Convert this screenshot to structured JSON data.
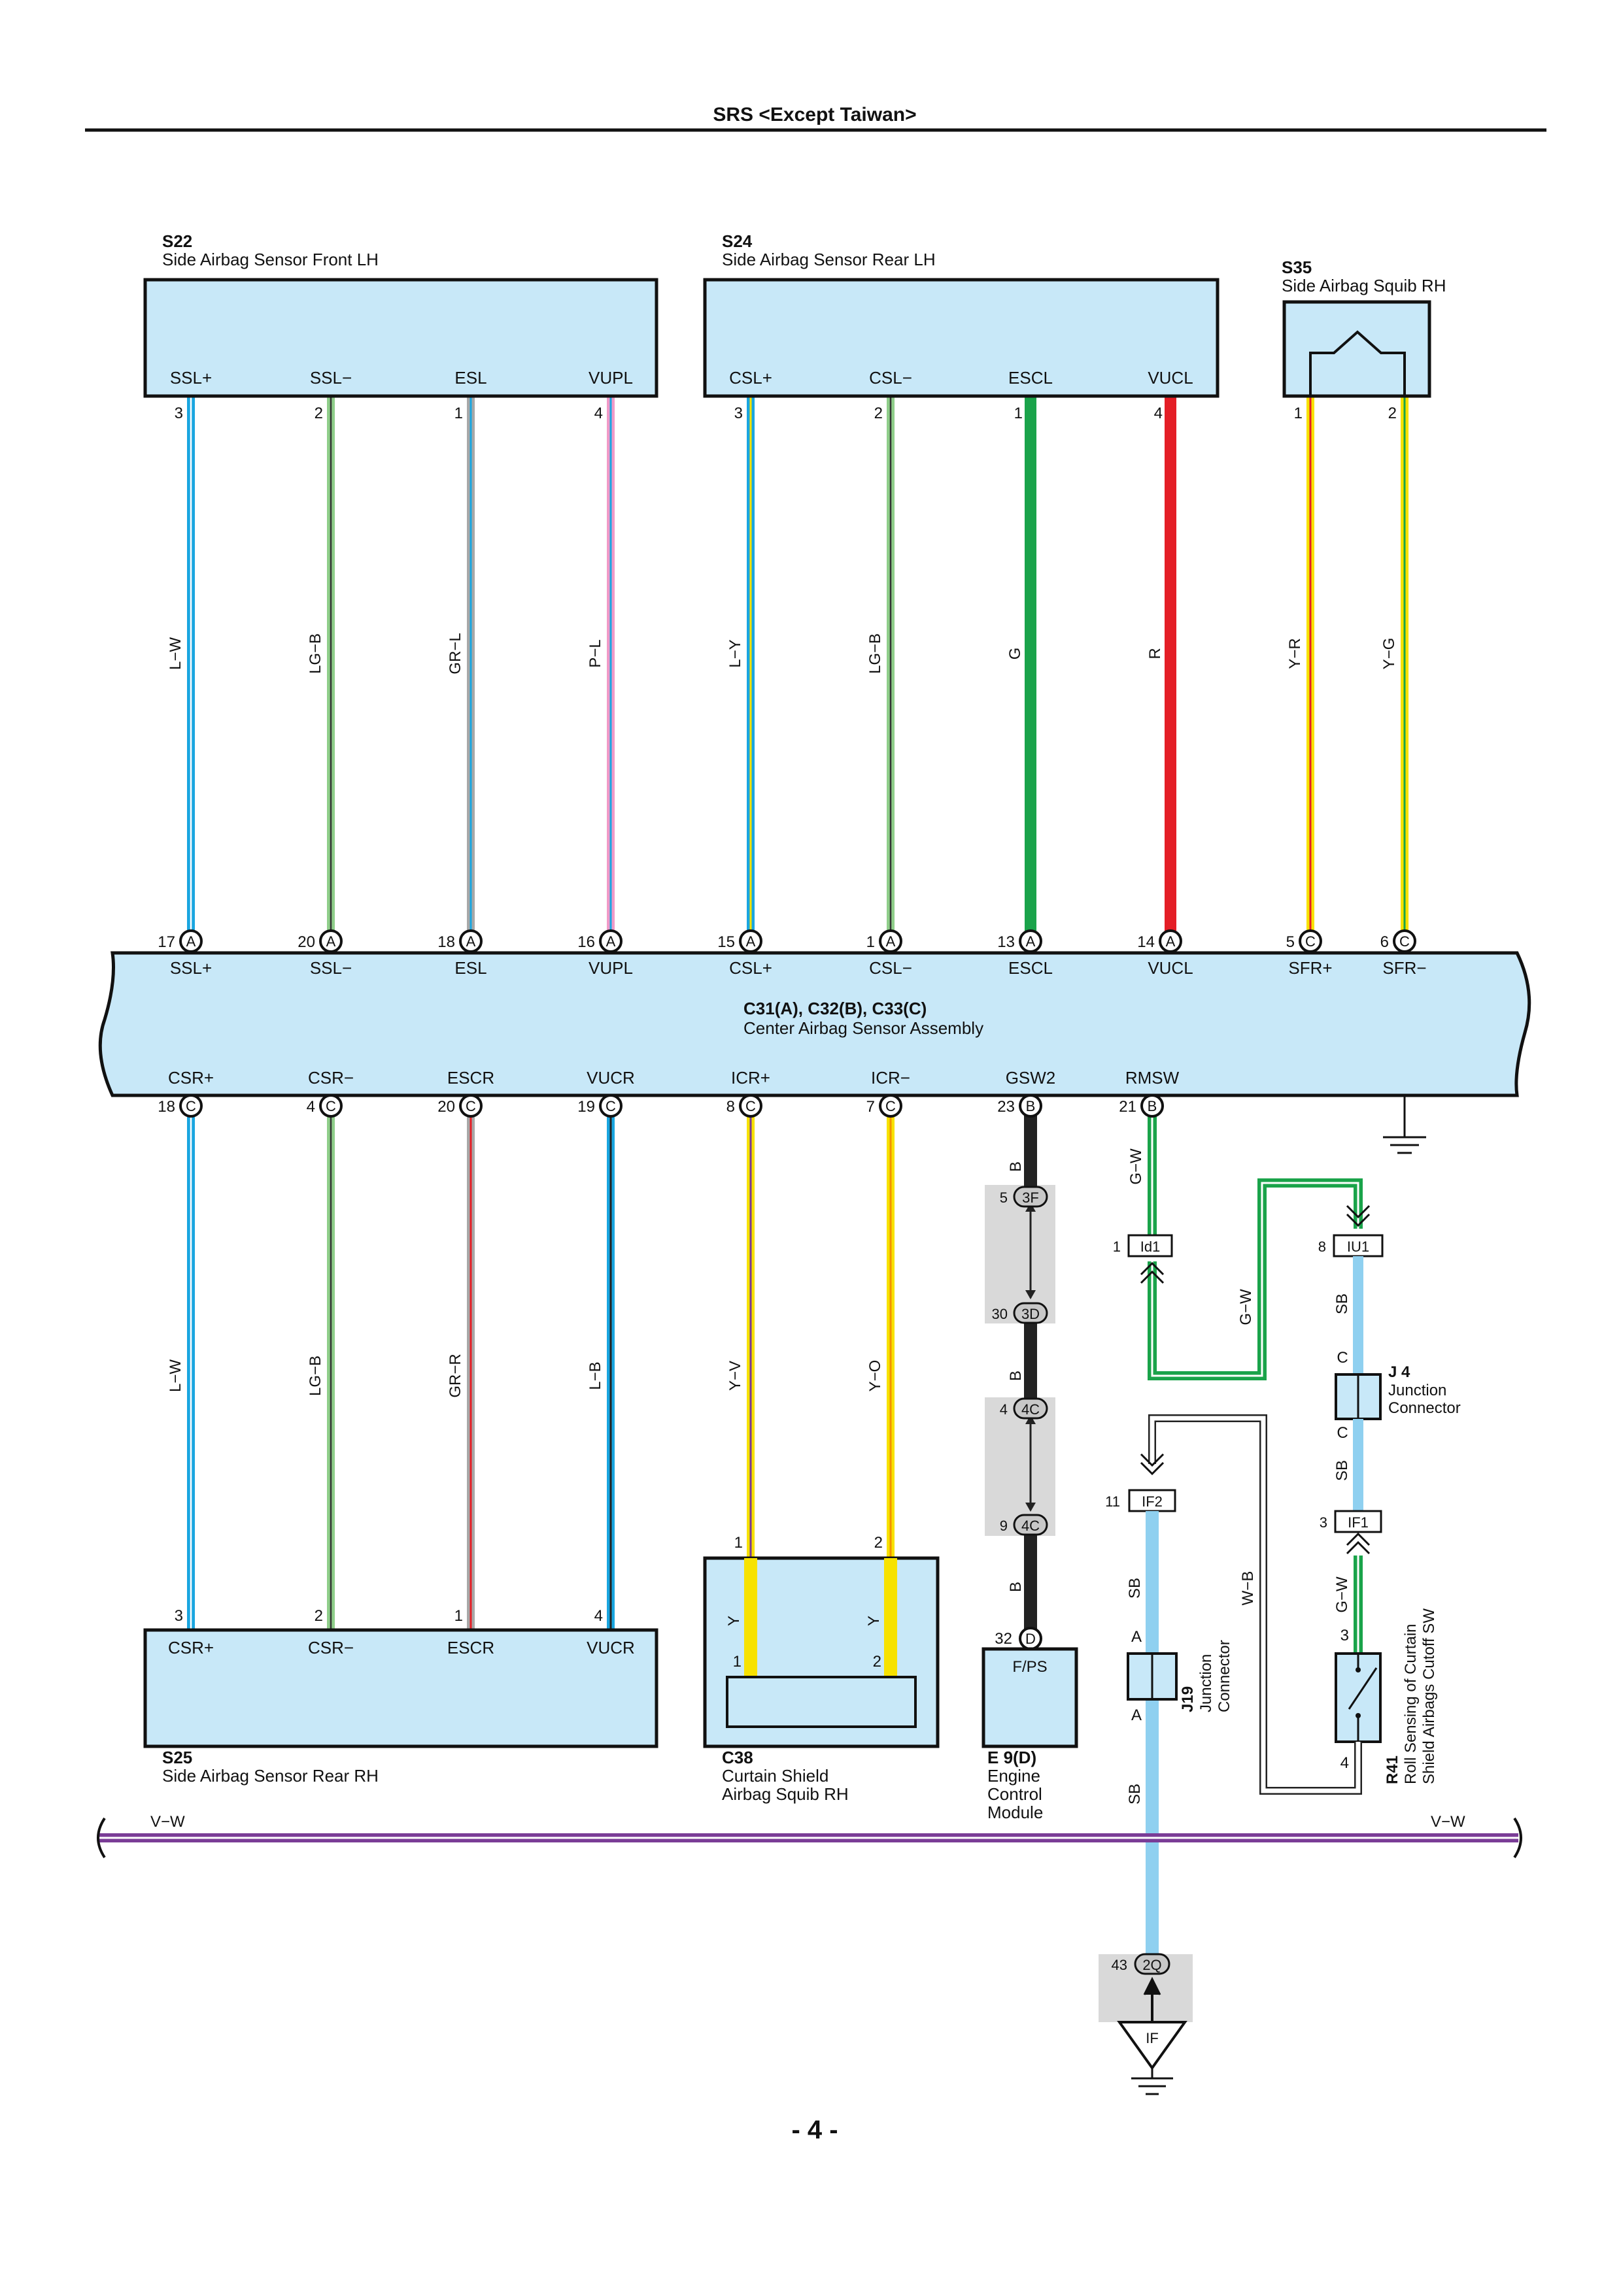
{
  "header": {
    "title": "SRS <Except Taiwan>"
  },
  "footer": {
    "page": "- 4 -"
  },
  "colors": {
    "box_fill": "#c8e8f8",
    "stroke": "#111111",
    "wire_light_blue": "#1aa6e0",
    "wire_green": "#1aa34a",
    "wire_red": "#e41e26",
    "wire_yellow": "#f7e200",
    "wire_pink": "#f09ac8",
    "wire_gray": "#a8a8a8",
    "wire_black": "#222222",
    "wire_sky": "#8fd0f0",
    "wire_purple": "#7a3c96",
    "shade": "#d9d9d9"
  },
  "components": {
    "s22": {
      "id": "S22",
      "name": "Side Airbag Sensor Front LH",
      "pins": [
        "SSL+",
        "SSL−",
        "ESL",
        "VUPL"
      ],
      "pin_nums": [
        "3",
        "2",
        "1",
        "4"
      ]
    },
    "s24": {
      "id": "S24",
      "name": "Side Airbag Sensor Rear LH",
      "pins": [
        "CSL+",
        "CSL−",
        "ESCL",
        "VUCL"
      ],
      "pin_nums": [
        "3",
        "2",
        "1",
        "4"
      ]
    },
    "s35": {
      "id": "S35",
      "name": "Side Airbag Squib RH",
      "pin_nums": [
        "1",
        "2"
      ]
    },
    "center": {
      "id": "C31(A), C32(B), C33(C)",
      "name": "Center Airbag Sensor Assembly",
      "top_pins": [
        "SSL+",
        "SSL−",
        "ESL",
        "VUPL",
        "CSL+",
        "CSL−",
        "ESCL",
        "VUCL",
        "SFR+",
        "SFR−"
      ],
      "top_nums": [
        "17",
        "20",
        "18",
        "16",
        "15",
        "1",
        "13",
        "14",
        "5",
        "6"
      ],
      "top_letters": [
        "A",
        "A",
        "A",
        "A",
        "A",
        "A",
        "A",
        "A",
        "C",
        "C"
      ],
      "bottom_pins": [
        "CSR+",
        "CSR−",
        "ESCR",
        "VUCR",
        "ICR+",
        "ICR−",
        "GSW2",
        "RMSW"
      ],
      "bottom_nums": [
        "18",
        "4",
        "20",
        "19",
        "8",
        "7",
        "23",
        "21"
      ],
      "bottom_letters": [
        "C",
        "C",
        "C",
        "C",
        "C",
        "C",
        "B",
        "B"
      ]
    },
    "s25": {
      "id": "S25",
      "name": "Side Airbag Sensor Rear RH",
      "pins": [
        "CSR+",
        "CSR−",
        "ESCR",
        "VUCR"
      ],
      "pin_nums": [
        "3",
        "2",
        "1",
        "4"
      ]
    },
    "c38": {
      "id": "C38",
      "name_line1": "Curtain Shield",
      "name_line2": "Airbag Squib RH",
      "pin_nums": [
        "1",
        "2"
      ],
      "inner_nums": [
        "1",
        "2"
      ],
      "inner_wire": "Y"
    },
    "e9": {
      "id": "E 9(D)",
      "name_line1": "Engine",
      "name_line2": "Control",
      "name_line3": "Module",
      "pin_label": "F/PS",
      "pin_num": "32",
      "pin_letter": "D"
    },
    "j19": {
      "id": "J19",
      "name_line1": "Junction",
      "name_line2": "Connector",
      "pin_top": "A",
      "pin_bottom": "A"
    },
    "j4": {
      "id": "J 4",
      "name_line1": "Junction",
      "name_line2": "Connector",
      "pin_top": "C",
      "pin_bottom": "C"
    },
    "r41": {
      "id": "R41",
      "name_line1": "Roll Sensing of Curtain",
      "name_line2": "Shield Airbags Cutoff SW",
      "pin_top": "3",
      "pin_bottom": "4"
    }
  },
  "wires": {
    "upper": [
      "L−W",
      "LG−B",
      "GR−L",
      "P−L",
      "L−Y",
      "LG−B",
      "G",
      "R",
      "Y−R",
      "Y−G"
    ],
    "lower": [
      "L−W",
      "LG−B",
      "GR−R",
      "L−B",
      "Y−V",
      "Y−O"
    ],
    "gsw2_b": "B",
    "rmsw": "G−W",
    "loop": "G−W",
    "sb": "SB",
    "wb": "W−B",
    "r41_wire": "G−W",
    "bus": "V−W"
  },
  "connectors": {
    "c3f": {
      "num": "5",
      "label": "3F"
    },
    "c3d": {
      "num": "30",
      "label": "3D"
    },
    "c4c_top": {
      "num": "4",
      "label": "4C"
    },
    "c4c_bot": {
      "num": "9",
      "label": "4C"
    },
    "id1": {
      "num": "1",
      "label": "Id1"
    },
    "iu1": {
      "num": "8",
      "label": "IU1"
    },
    "if2": {
      "num": "11",
      "label": "IF2"
    },
    "if1": {
      "num": "3",
      "label": "IF1"
    },
    "c2q": {
      "num": "43",
      "label": "2Q"
    },
    "ground_if": {
      "label": "IF"
    }
  }
}
